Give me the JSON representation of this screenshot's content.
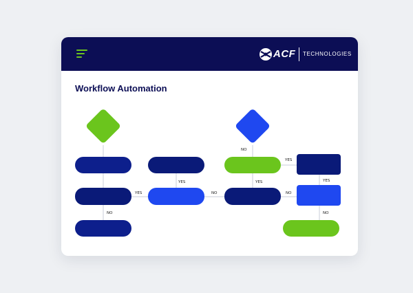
{
  "header": {
    "menu_icon": "hamburger-menu-icon",
    "logo": {
      "mark_icon": "acf-globe-logo-icon",
      "brand": "ACF",
      "tagline": "TECHNOLOGIES"
    }
  },
  "title": "Workflow Automation",
  "colors": {
    "header_bg": "#0c0e55",
    "navy": "#0d1f8c",
    "dark_navy": "#0a1a78",
    "bright_blue": "#1f48f0",
    "green": "#6bc51d",
    "connector": "#c9ced8"
  },
  "diagram": {
    "edge_labels": {
      "no_1": "NO",
      "yes_1": "YES",
      "yes_2": "YES",
      "no_2": "NO",
      "no_3": "NO",
      "yes_3": "YES",
      "yes_4": "YES",
      "no_4": "NO",
      "yes_5": "YES",
      "no_5": "NO"
    }
  }
}
